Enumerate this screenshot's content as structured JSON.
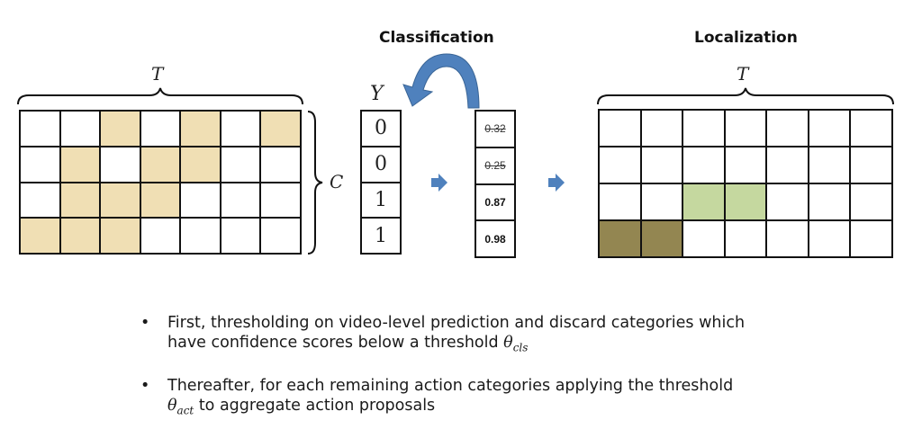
{
  "titles": {
    "classification": "Classification",
    "localization": "Localization"
  },
  "labels": {
    "t_left": "T",
    "t_right": "T",
    "c": "C",
    "y": "Y"
  },
  "colors": {
    "input_fill": "#f0dfb4",
    "loc_light": "#c5d89f",
    "loc_dark": "#938651",
    "arrow": "#4f81bd"
  },
  "input_grid": {
    "rows": 4,
    "cols": 7,
    "filled": [
      [
        0,
        0,
        1,
        0,
        1,
        0,
        1
      ],
      [
        0,
        1,
        0,
        1,
        1,
        0,
        0
      ],
      [
        0,
        1,
        1,
        1,
        0,
        0,
        0
      ],
      [
        1,
        1,
        1,
        0,
        0,
        0,
        0
      ]
    ]
  },
  "labels_column": [
    "0",
    "0",
    "1",
    "1"
  ],
  "scores_column": [
    {
      "value": "0.32",
      "state": "discarded"
    },
    {
      "value": "0.25",
      "state": "discarded"
    },
    {
      "value": "0.87",
      "state": "kept"
    },
    {
      "value": "0.98",
      "state": "kept"
    }
  ],
  "output_grid": {
    "rows": 4,
    "cols": 7,
    "filled": [
      [
        0,
        0,
        0,
        0,
        0,
        0,
        0
      ],
      [
        0,
        0,
        0,
        0,
        0,
        0,
        0
      ],
      [
        0,
        0,
        1,
        1,
        0,
        0,
        0
      ],
      [
        2,
        2,
        0,
        0,
        0,
        0,
        0
      ]
    ]
  },
  "bullets": [
    {
      "line1": "First, thresholding on video-level prediction and discard categories which",
      "line2_pre": "have confidence scores below a threshold ",
      "theta_sub": "cls",
      "line2_post": ""
    },
    {
      "line1": "Thereafter, for each remaining action categories applying the threshold",
      "line2_pre": "",
      "theta_sub": "act",
      "line2_post": " to aggregate action proposals"
    }
  ],
  "theta": "θ",
  "bullet_char": "•"
}
